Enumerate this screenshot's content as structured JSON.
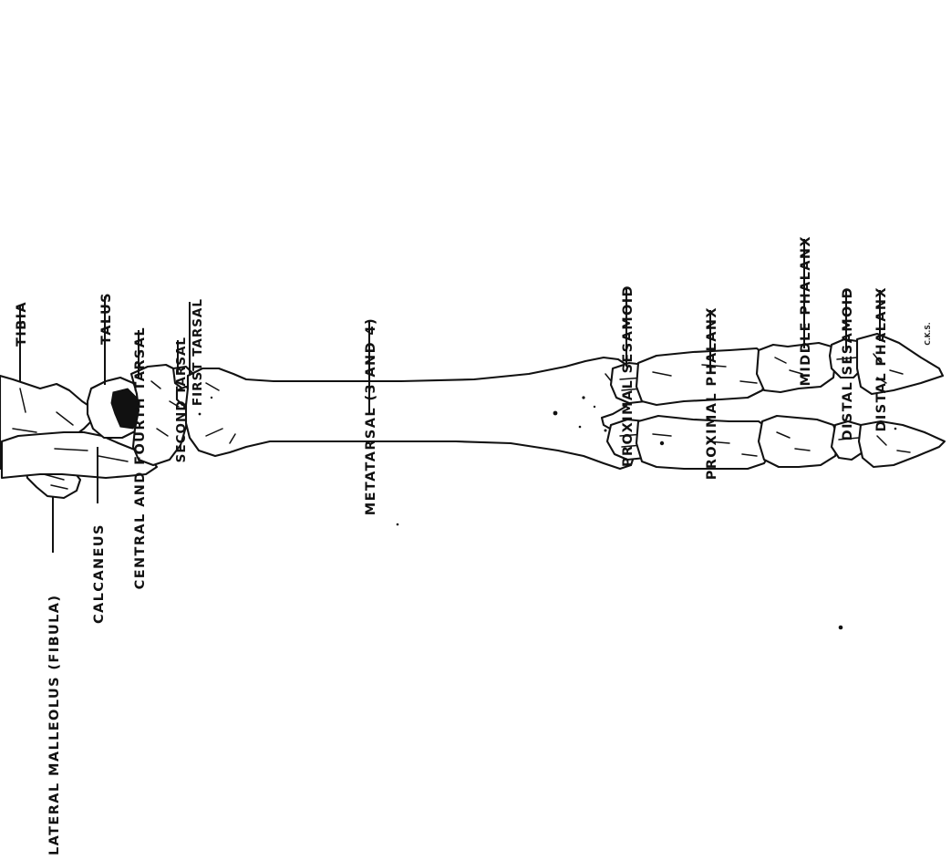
{
  "labels": {
    "tibia": "TIBIA",
    "talus": "TALUS",
    "central_fourth_tarsal": "CENTRAL AND FOURTH TARSAL",
    "second_tarsal": "SECOND TARSAL",
    "first_tarsal": "FIRST TARSAL",
    "metatarsal": "METATARSAL (3 AND 4)",
    "proximal_sesamoid": "PROXIMAL SESAMOID",
    "proximal_phalanx": "PROXIMAL PHALANX",
    "middle_phalanx": "MIDDLE PHALANX",
    "distal_sesamoid": "DISTAL SESAMOID",
    "distal_phalanx": "DISTAL PHALANX",
    "lateral_malleolus": "LATERAL MALLEOLUS (FIBULA)",
    "calcaneus": "CALCANEUS"
  },
  "artist_initials": "C.K.S."
}
